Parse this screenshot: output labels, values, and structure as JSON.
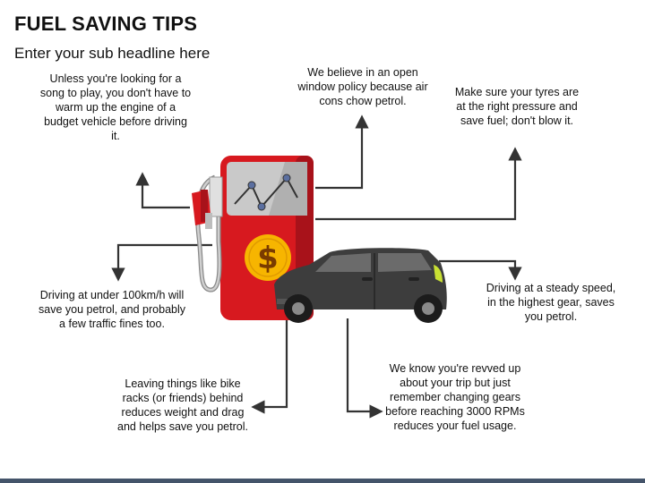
{
  "header": {
    "title": "FUEL SAVING TIPS",
    "subtitle": "Enter your sub headline here"
  },
  "tips": {
    "warm_up": "Unless you're looking for a song to play, you don't have to warm up the engine of a budget vehicle before driving it.",
    "open_window": "We believe in an open window policy because air cons chow petrol.",
    "tyres": "Make sure your tyres are at the right pressure and save fuel; don't blow it.",
    "speed_limit": "Driving at under 100km/h will save you petrol, and probably a few traffic fines too.",
    "steady_speed": "Driving at a steady speed, in the highest gear, saves you petrol.",
    "reduce_weight": "Leaving things like bike racks (or friends) behind reduces weight and drag and helps save you petrol.",
    "change_gears": "We know you're revved up about your trip but just remember changing gears before reaching 3000 RPMs reduces your fuel usage."
  },
  "pump": {
    "currency_symbol": "$"
  },
  "colors": {
    "pump_red": "#d7191f",
    "pump_dark_red": "#a8121a",
    "display_gray": "#c9c9c9",
    "coin_yellow": "#f7b500",
    "car_dark": "#3d3d3d",
    "accent_green": "#c9e033",
    "line_dark": "#333333",
    "footer_bar": "#44546a"
  },
  "icons": {
    "pump": "fuel-pump-icon",
    "car": "car-icon",
    "coin": "dollar-coin-icon"
  }
}
